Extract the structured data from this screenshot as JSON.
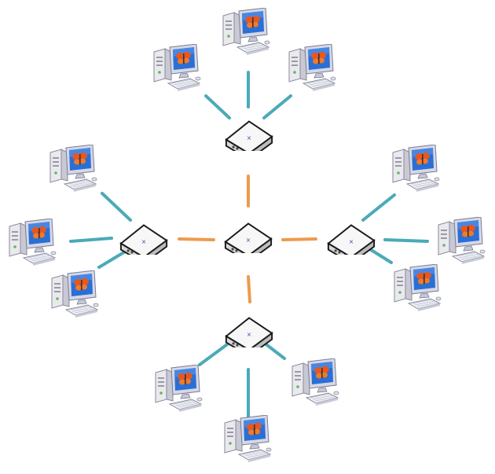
{
  "diagram": {
    "type": "hierarchical-star-network",
    "colors": {
      "background": "#ffffff",
      "trunk_link": "#ee9a4d",
      "host_link": "#4aaab8",
      "switch_top": "#f7f7f7",
      "switch_side": "#cfcfcf",
      "monitor_screen": "#2a6fd6",
      "butterfly": "#e8571e"
    },
    "nodes": {
      "core_switch": {
        "icon": "network-switch",
        "label": ""
      },
      "distribution_switches": [
        {
          "id": "top",
          "icon": "network-switch",
          "label": ""
        },
        {
          "id": "left",
          "icon": "network-switch",
          "label": ""
        },
        {
          "id": "right",
          "icon": "network-switch",
          "label": ""
        },
        {
          "id": "bottom",
          "icon": "network-switch",
          "label": ""
        }
      ],
      "computers_per_switch": 3,
      "computer_icon": "desktop-computer"
    },
    "links": {
      "core_to_distribution": 4,
      "distribution_to_computer": 12
    }
  }
}
